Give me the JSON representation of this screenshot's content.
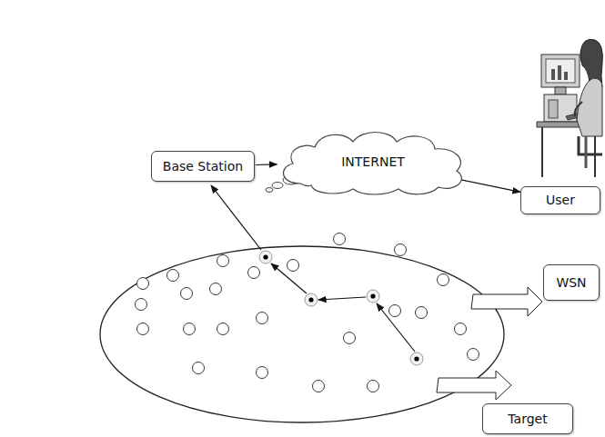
{
  "diagram": {
    "nodes": [
      {
        "text": [
          "Base Station"
        ]
      },
      {
        "text": [
          "INTERNET"
        ]
      },
      {
        "text": [
          "User"
        ]
      },
      {
        "text": [
          "WSN"
        ]
      },
      {
        "text": [
          "Target"
        ]
      }
    ],
    "edges": [
      {
        "from": 0,
        "to": 1,
        "arrow": "to"
      },
      {
        "from": 1,
        "to": 2,
        "arrow": "to"
      }
    ]
  }
}
